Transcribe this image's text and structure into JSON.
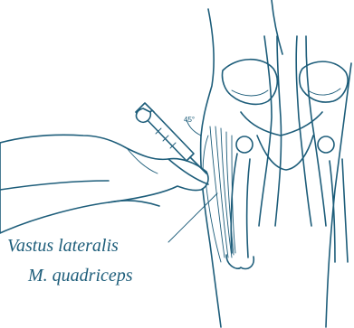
{
  "labels": {
    "line1": "Vastus lateralis",
    "line2": "M. quadriceps",
    "angle": "45°"
  },
  "colors": {
    "ink": "#1d5d7a",
    "background": "#ffffff"
  }
}
